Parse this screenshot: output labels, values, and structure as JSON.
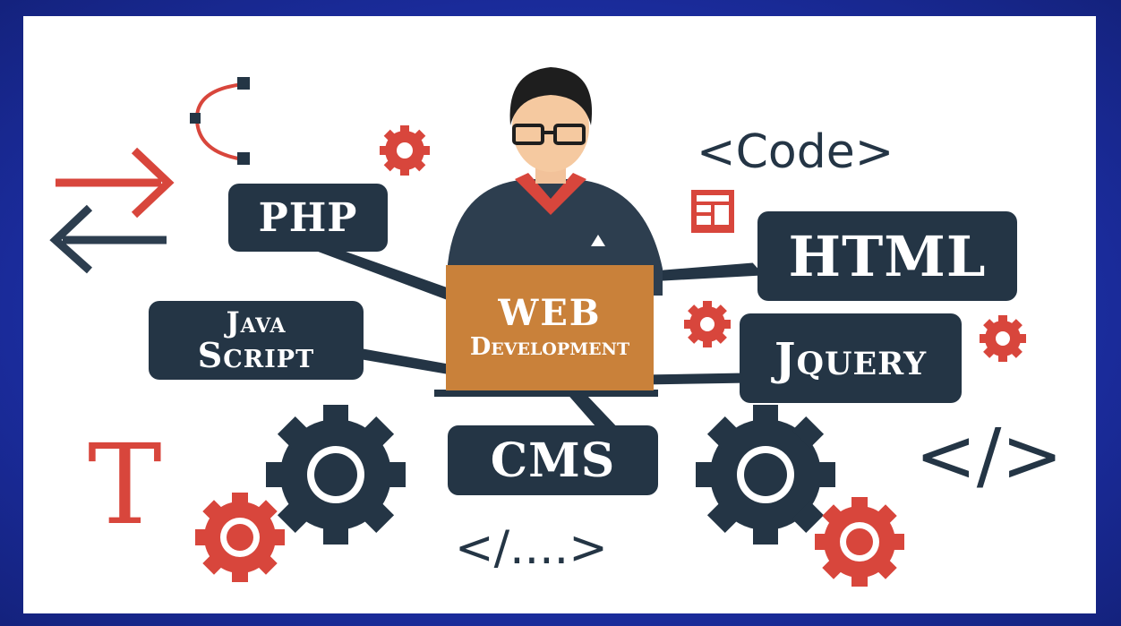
{
  "labels": {
    "php": "PHP",
    "html": "HTML",
    "javascript_line1": "Java",
    "javascript_line2": "Script",
    "jquery": "Jquery",
    "cms": "CMS",
    "laptop_line1": "WEB",
    "laptop_line2": "Development"
  },
  "code_snippets": {
    "code_tag": "<Code>",
    "close_tag": "</>",
    "ellipsis_tag": "</....>",
    "letter_t": "T"
  },
  "colors": {
    "frame": "#1b2fa0",
    "dark": "#243545",
    "accent_red": "#d8463c",
    "laptop": "#c9813a",
    "skin": "#f5c9a0"
  },
  "icons": [
    "arrows-exchange-icon",
    "bezier-curve-icon",
    "gear-icon",
    "layout-icon",
    "text-icon"
  ]
}
